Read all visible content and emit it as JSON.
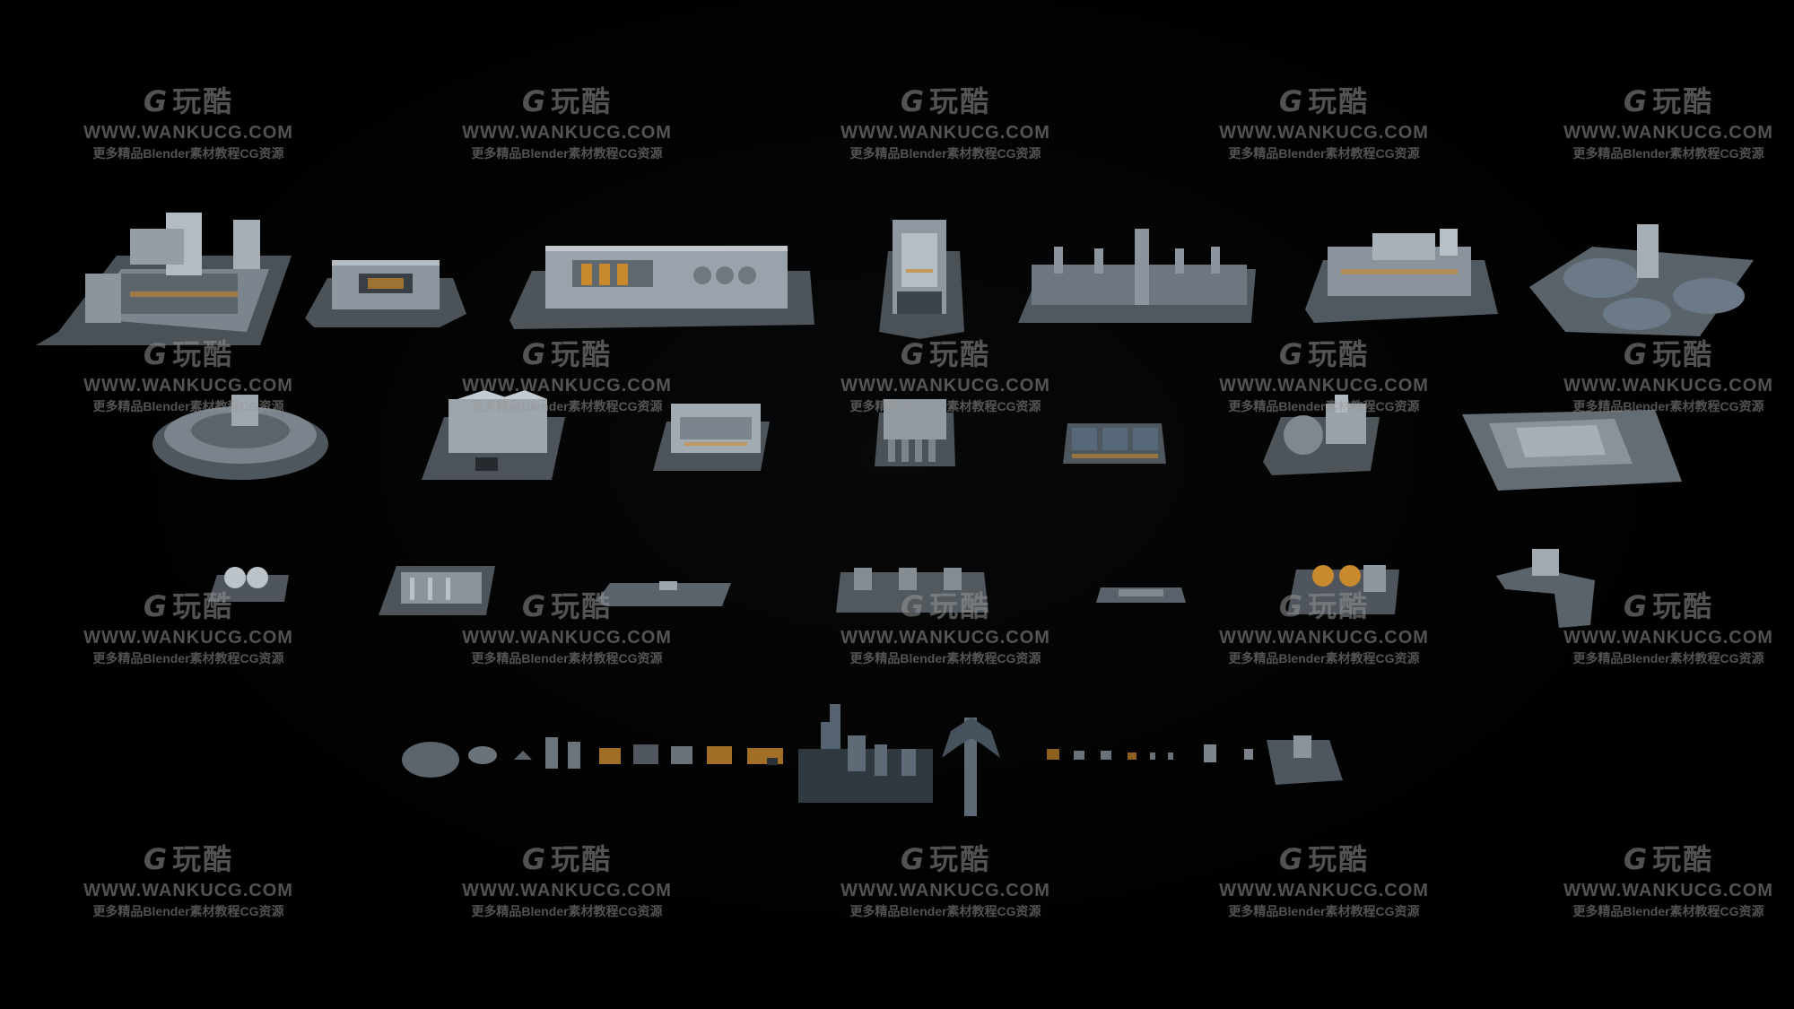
{
  "watermark": {
    "logo_glyph": "G",
    "logo_text": "玩酷",
    "site": "WWW.WANKUCG.COM",
    "subtitle": "更多精品Blender素材教程CG资源"
  },
  "colors": {
    "background": "#000000",
    "building_light": "#9aa3ab",
    "building_dark": "#3c4249",
    "accent_orange": "#c98a2e",
    "watermark": "#969696"
  }
}
